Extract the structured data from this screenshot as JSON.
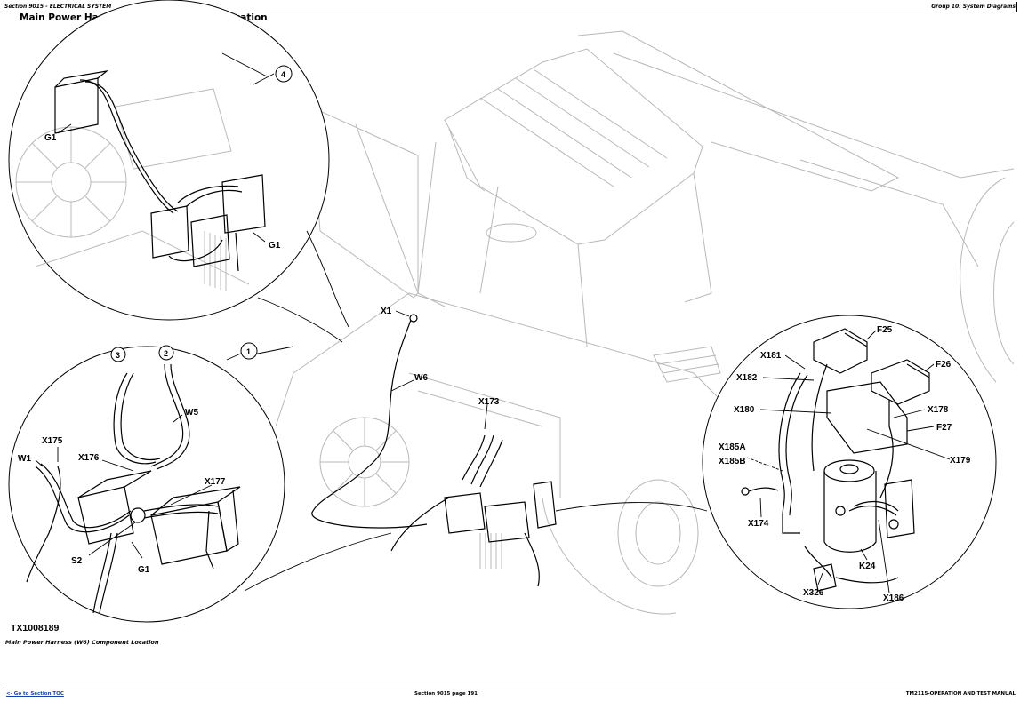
{
  "header": {
    "section": "Section 9015 - ELECTRICAL SYSTEM",
    "group": "Group 10: System Diagrams"
  },
  "page_title": "Main Power Harness (W6) Component Location",
  "figure": {
    "id": "TX1008189",
    "caption": "Main Power Harness (W6) Component Location",
    "main_view_labels": {
      "x1": "X1",
      "w6": "W6",
      "x173": "X173"
    },
    "detail_1": {
      "callout": "1",
      "callout_2": "2",
      "callout_3": "3",
      "labels": {
        "w5": "W5",
        "x175": "X175",
        "w1": "W1",
        "x176": "X176",
        "x177": "X177",
        "s2": "S2",
        "g1": "G1"
      }
    },
    "detail_4": {
      "callout": "4",
      "labels": {
        "g1_top": "G1",
        "g1_right": "G1"
      }
    },
    "detail_fuses": {
      "labels": {
        "f25": "F25",
        "f26": "F26",
        "f27": "F27",
        "x181": "X181",
        "x182": "X182",
        "x180": "X180",
        "x178": "X178",
        "x179": "X179",
        "x185a": "X185A",
        "x185b": "X185B",
        "x174": "X174",
        "k24": "K24",
        "x326": "X326",
        "x186": "X186"
      }
    }
  },
  "footer": {
    "toc_link": "<- Go to Section TOC",
    "page": "Section 9015 page 191",
    "manual": "TM2115-OPERATION AND TEST MANUAL"
  }
}
